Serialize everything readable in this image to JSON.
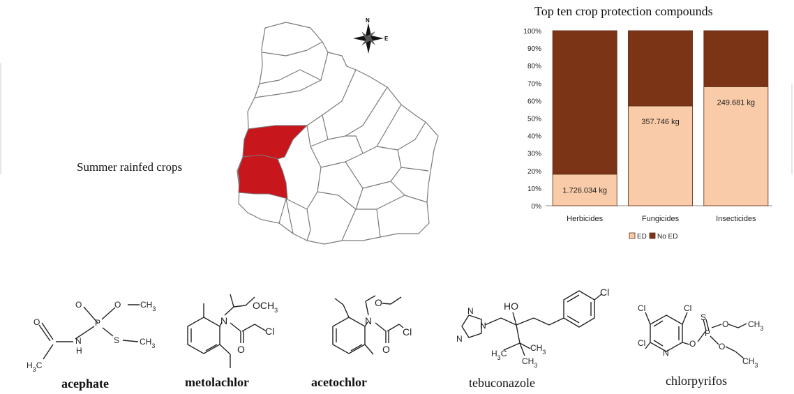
{
  "map": {
    "label": "Summer rainfed crops",
    "compass": {
      "n": "N",
      "e": "E"
    },
    "colors": {
      "highlight": "#c8161d",
      "border": "#7a7a7a",
      "land": "#ffffff"
    }
  },
  "chart_data": {
    "type": "bar",
    "stacked": true,
    "title": "Top ten crop protection compounds",
    "categories": [
      "Herbicides",
      "Fungicides",
      "Insecticides"
    ],
    "series": [
      {
        "name": "ED",
        "color": "#f9cba8",
        "values": [
          18,
          57,
          68
        ],
        "labels": [
          "1.726.034 kg",
          "357.746 kg",
          "249.681 kg"
        ]
      },
      {
        "name": "No ED",
        "color": "#7b3516",
        "values": [
          82,
          43,
          32
        ]
      }
    ],
    "yticks": [
      "0%",
      "10%",
      "20%",
      "30%",
      "40%",
      "50%",
      "60%",
      "70%",
      "80%",
      "90%",
      "100%"
    ],
    "ylim": [
      0,
      100
    ],
    "legend_position": "bottom",
    "grid": false
  },
  "molecules": [
    {
      "name": "acephate",
      "bold": true,
      "atoms": {
        "o1": "O",
        "o2": "O",
        "ch3a": "CH3",
        "p": "P",
        "o3": "O",
        "n": "N",
        "h": "H",
        "s": "S",
        "ch3b": "CH3",
        "h3c": "H3C"
      }
    },
    {
      "name": "metolachlor",
      "bold": true,
      "atoms": {
        "och3": "OCH3",
        "n": "N",
        "o": "O",
        "cl": "Cl"
      }
    },
    {
      "name": "acetochlor",
      "bold": true,
      "atoms": {
        "o1": "O",
        "n": "N",
        "o2": "O",
        "cl": "Cl"
      }
    },
    {
      "name": "tebuconazole",
      "bold": false,
      "atoms": {
        "ho": "HO",
        "cl": "Cl",
        "n1": "N",
        "n2": "N",
        "n3": "N",
        "h3c": "H3C",
        "ch3a": "CH3",
        "ch3b": "CH3"
      }
    },
    {
      "name": "chlorpyrifos",
      "bold": false,
      "atoms": {
        "cl1": "Cl",
        "cl2": "Cl",
        "cl3": "Cl",
        "n": "N",
        "s": "S",
        "p": "P",
        "o1": "O",
        "o2": "O",
        "o3": "O",
        "ch3a": "CH3",
        "ch3b": "CH3"
      }
    }
  ]
}
